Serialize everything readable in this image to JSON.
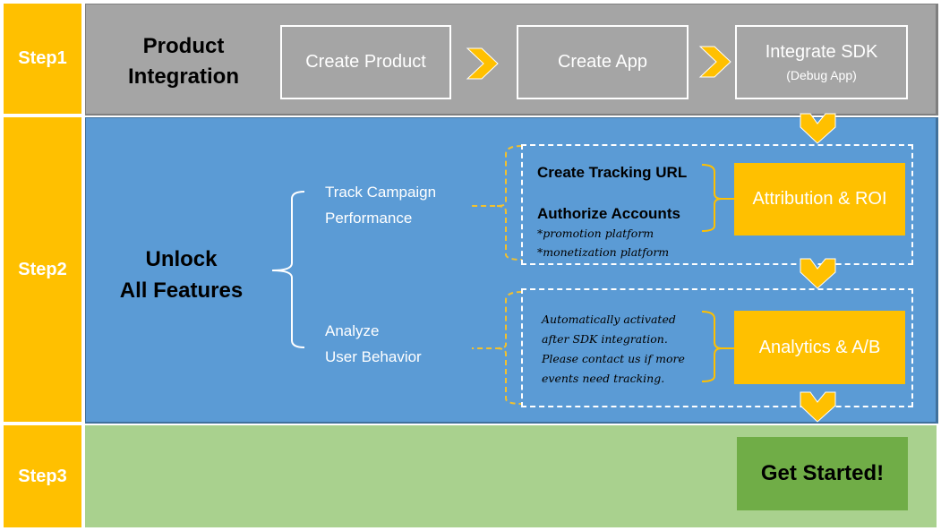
{
  "colors": {
    "step_label": "#FFC000",
    "row1_bg": "#A5A5A5",
    "row2_bg": "#5B9BD5",
    "row3_bg": "#A9D18E",
    "accent_yellow": "#FFC000",
    "button_green": "#70AD47"
  },
  "step1": {
    "label": "Step1",
    "title_line1": "Product",
    "title_line2": "Integration",
    "boxes": [
      {
        "title": "Create Product"
      },
      {
        "title": "Create App"
      },
      {
        "title": "Integrate SDK",
        "subtitle": "(Debug App)"
      }
    ]
  },
  "step2": {
    "label": "Step2",
    "title_line1": "Unlock",
    "title_line2": "All Features",
    "branches": [
      {
        "title_line1": "Track Campaign",
        "title_line2": "Performance",
        "items": [
          "Create Tracking URL",
          "Authorize Accounts"
        ],
        "notes": [
          "*promotion platform",
          "*monetization platform"
        ],
        "result": "Attribution & ROI"
      },
      {
        "title_line1": "Analyze",
        "title_line2": "User Behavior",
        "notes": [
          "Automatically activated",
          "after SDK integration.",
          "Please contact us if more",
          "events need tracking."
        ],
        "result": "Analytics & A/B"
      }
    ]
  },
  "step3": {
    "label": "Step3",
    "button": "Get Started!"
  }
}
